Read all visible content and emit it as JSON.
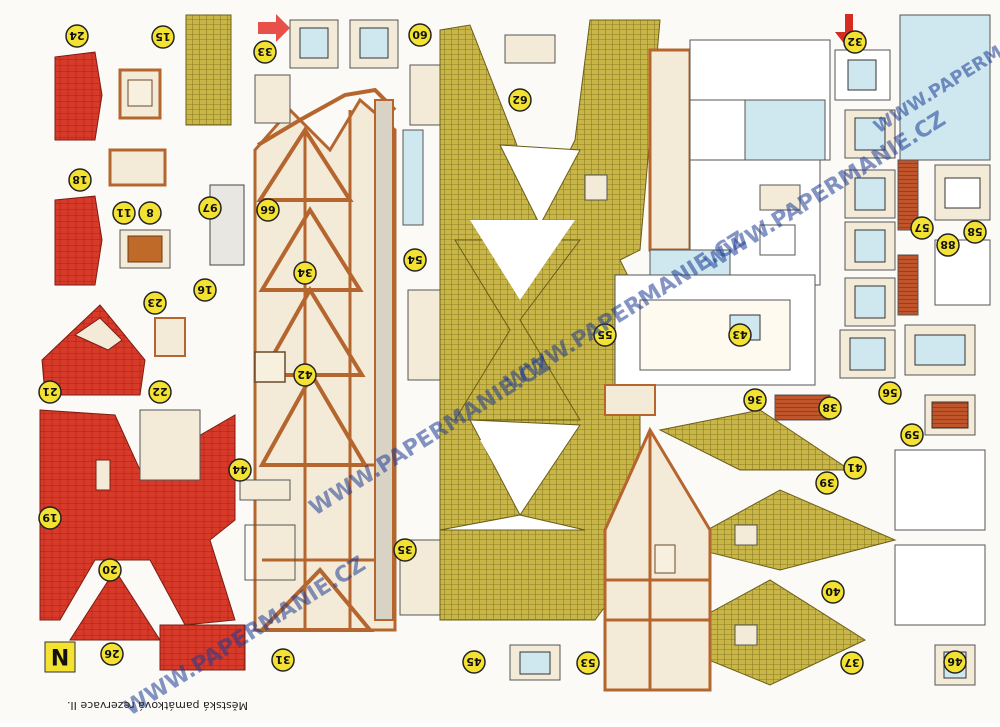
{
  "sheet": {
    "caption": "Městská památková rezervace II.",
    "sheet_letter": "N",
    "watermark": "WWW.PAPERMANIE.CZ",
    "part_numbers": [
      "15",
      "24",
      "18",
      "11",
      "8",
      "97",
      "23",
      "16",
      "21",
      "22",
      "19",
      "20",
      "26",
      "44",
      "33",
      "66",
      "34",
      "42",
      "60",
      "35",
      "54",
      "62",
      "55",
      "36",
      "38",
      "43",
      "32",
      "57",
      "58",
      "88",
      "56",
      "59",
      "41",
      "39",
      "40",
      "37",
      "46",
      "45",
      "53",
      "31"
    ],
    "colors": {
      "roof_red": "#d83a2a",
      "roof_straw": "#c9b648",
      "timber": "#b5652e",
      "wall": "#f4ead8",
      "glass": "#cfe8ef",
      "badge": "#f3e232"
    }
  }
}
